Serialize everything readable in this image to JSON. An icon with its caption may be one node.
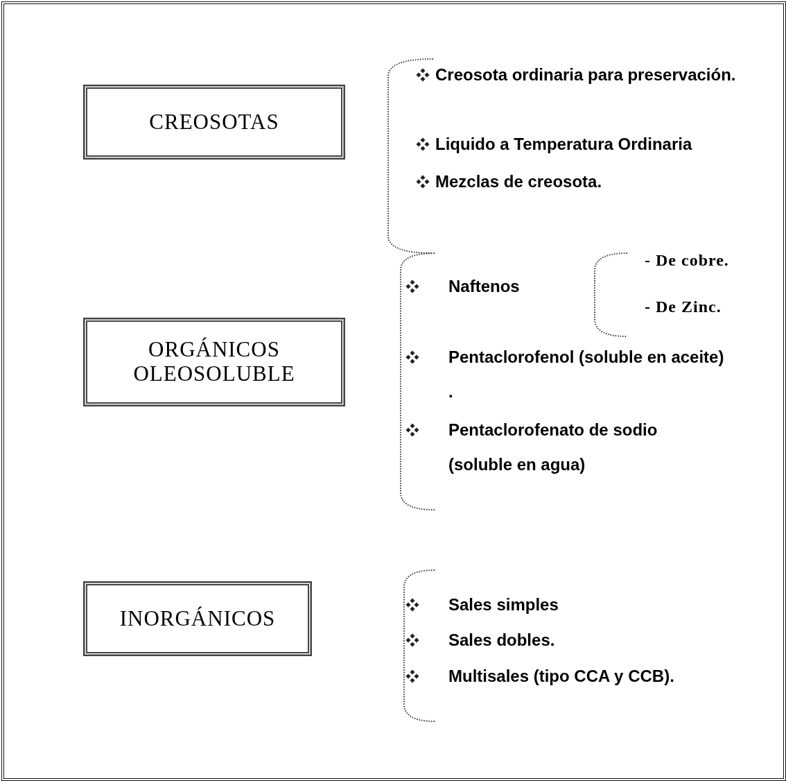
{
  "diagram": {
    "nodes": [
      {
        "text": [
          "CREOSOTAS"
        ]
      },
      {
        "text": [
          "ORGÁNICOS OLEOSOLUBLE"
        ]
      },
      {
        "text": [
          "INORGÁNICOS"
        ]
      }
    ],
    "labels": [
      "Creosota ordinaria para preservación.",
      "Liquido a Temperatura Ordinaria",
      "Mezclas de creosota.",
      "Naftenos",
      "- De cobre.",
      "- De Zinc.",
      "Pentaclorofenol (soluble en aceite) .",
      "Pentaclorofenato de sodio (soluble en agua)",
      "Sales simples",
      "Sales dobles.",
      "Multisales (tipo CCA y CCB)."
    ]
  }
}
